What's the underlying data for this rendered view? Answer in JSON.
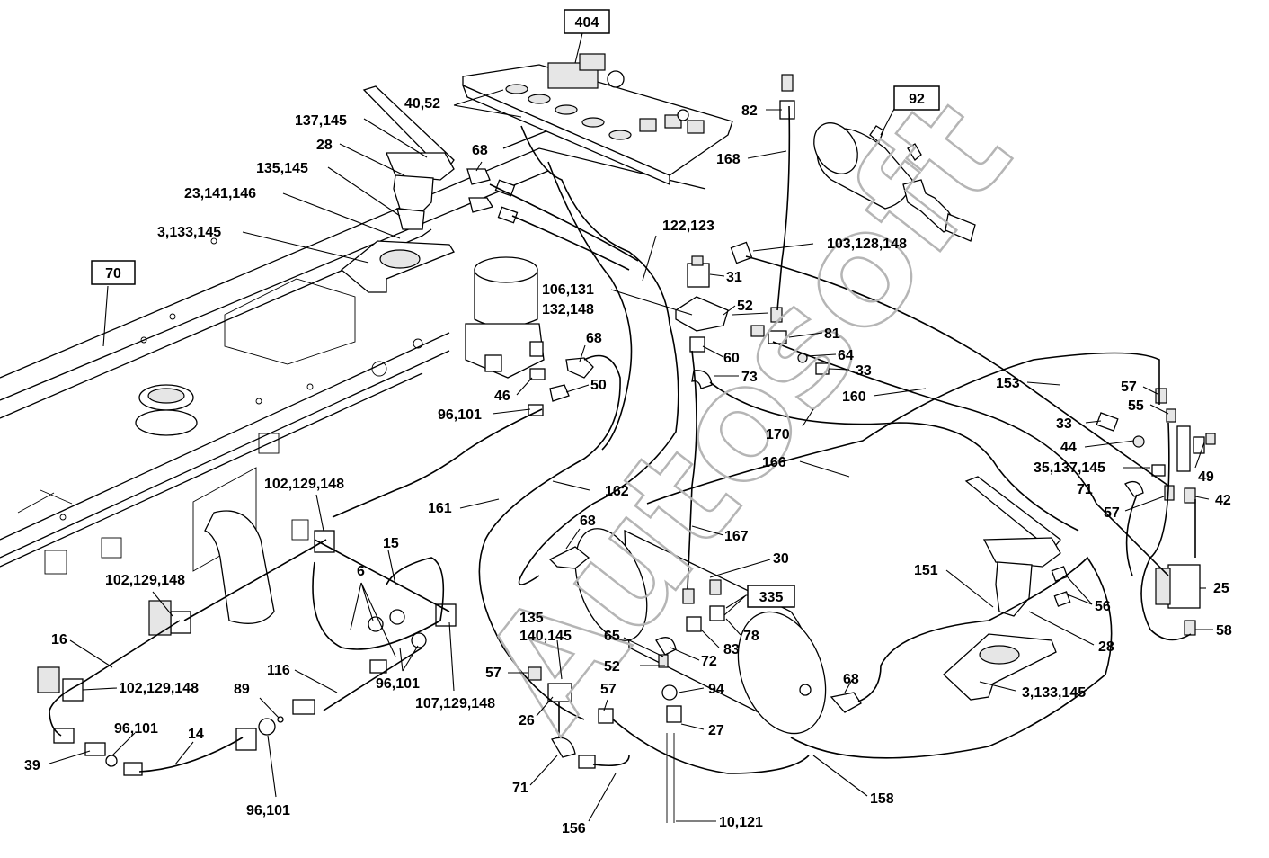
{
  "watermark": "Autosoft",
  "boxed_labels": [
    "404",
    "92",
    "70",
    "335"
  ],
  "labels": {
    "l404": "404",
    "l92": "92",
    "l70": "70",
    "l335": "335",
    "l40_52": "40,52",
    "l137_145a": "137,145",
    "l28a": "28",
    "l135_145": "135,145",
    "l23_141_146": "23,141,146",
    "l3_133_145a": "3,133,145",
    "l68a": "68",
    "l82": "82",
    "l168": "168",
    "l122_123": "122,123",
    "l103_128_148": "103,128,148",
    "l31": "31",
    "l106_131": "106,131",
    "l132_148": "132,148",
    "l52a": "52",
    "l81": "81",
    "l60": "60",
    "l64": "64",
    "l33a": "33",
    "l73": "73",
    "l68b": "68",
    "l50": "50",
    "l46": "46",
    "l96_101a": "96,101",
    "l153": "153",
    "l57a": "57",
    "l55": "55",
    "l160": "160",
    "l170": "170",
    "l33b": "33",
    "l44": "44",
    "l166": "166",
    "l35_137_145": "35,137,145",
    "l49": "49",
    "l71a": "71",
    "l42": "42",
    "l57b": "57",
    "l162": "162",
    "l161": "161",
    "l102_129_148a": "102,129,148",
    "l68c": "68",
    "l167": "167",
    "l15": "15",
    "l6": "6",
    "l30": "30",
    "l151": "151",
    "l25": "25",
    "l102_129_148b": "102,129,148",
    "l56": "56",
    "l78": "78",
    "l135": "135",
    "l140_145": "140,145",
    "l65": "65",
    "l83": "83",
    "l72": "72",
    "l58": "58",
    "l28b": "28",
    "l16": "16",
    "l116": "116",
    "l96_101b": "96,101",
    "l107_129_148": "107,129,148",
    "l52b": "52",
    "l68d": "68",
    "l3_133_145b": "3,133,145",
    "l102_129_148c": "102,129,148",
    "l89": "89",
    "l57c": "57",
    "l94": "94",
    "l26": "26",
    "l57d": "57",
    "l27": "27",
    "l96_101c": "96,101",
    "l14": "14",
    "l39": "39",
    "l71b": "71",
    "l158": "158",
    "l156": "156",
    "l10_121": "10,121",
    "l96_101d": "96,101"
  }
}
